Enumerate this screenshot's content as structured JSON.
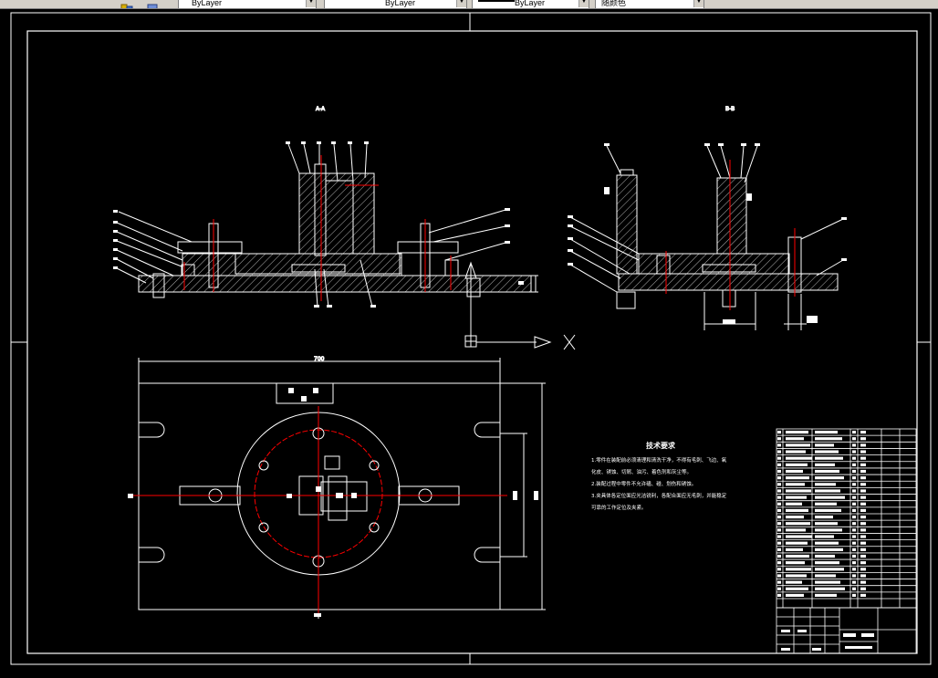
{
  "toolbar": {
    "layer_combo": "ByLayer",
    "linetype_combo": "ByLayer",
    "lineweight_combo": "ByLayer",
    "color_combo": "随颜色"
  },
  "drawing": {
    "view_label_left": "A-A",
    "view_label_right": "B-B",
    "width_dimension": "700",
    "tech_title": "技术要求",
    "tech_lines": [
      "1.零件在装配前必须清理和清洗干净，不得有毛刺、飞边、氧",
      "化皮、锈蚀、切屑、油污、着色剂和灰尘等。",
      "2.装配过程中零件不允许磕、碰、划伤和锈蚀。",
      "3.夹具体各定位面应光洁锐利，各配合面应无毛刺，并能稳定",
      "可靠的工作定位及夹紧。"
    ]
  },
  "colors": {
    "background": "#000000",
    "line": "#ffffff",
    "centerline": "#ff0000",
    "toolbar": "#d4d0c8"
  }
}
